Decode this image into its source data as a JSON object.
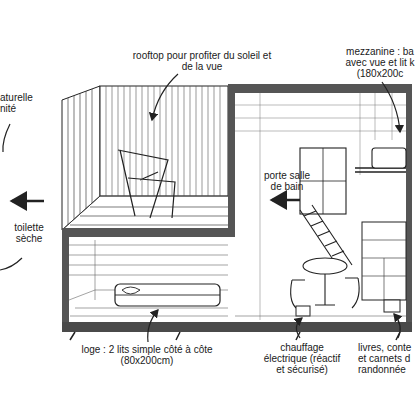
{
  "diagram": {
    "labels": [
      "rooftop pour profiter du soleil et de la vue",
      "mezzanine : ba avec vue et lit k (180x200c",
      "aturelle nité",
      "toilette sèche",
      "porte salle de bain",
      "loge : 2 lits simple côté à côte (80x200cm)",
      "chauffage électrique (réactif et sécurisé)",
      "livres, conte et carnets d randonnée"
    ]
  }
}
